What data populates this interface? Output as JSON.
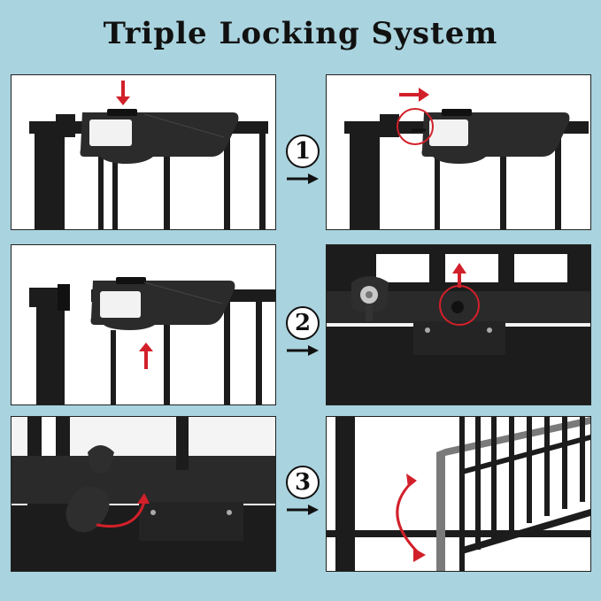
{
  "title": "Triple Locking System",
  "steps": [
    {
      "number": "1"
    },
    {
      "number": "2"
    },
    {
      "number": "3"
    }
  ],
  "colors": {
    "background": "#a9d3de",
    "gate": "#1c1c1c",
    "arrow_red": "#d2202a",
    "panel": "#ffffff"
  }
}
